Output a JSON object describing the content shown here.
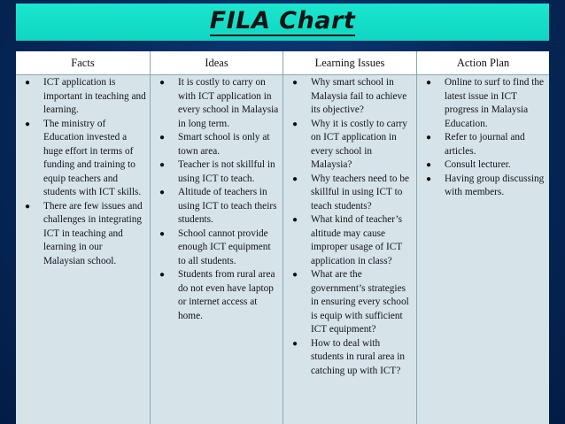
{
  "title": "FILA Chart",
  "columns": [
    {
      "header": "Facts",
      "items": [
        "ICT application is important in teaching and learning.",
        "The ministry of Education invested a huge effort in terms of funding and training to equip teachers and students with ICT skills.",
        "There are few issues and challenges in integrating ICT in teaching and learning in our Malaysian school."
      ]
    },
    {
      "header": "Ideas",
      "items": [
        "It is costly to  carry on with ICT application in every school in Malaysia in long term.",
        "Smart school  is only at town area.",
        "Teacher is not skillful in using ICT to teach.",
        "Altitude of teachers in using ICT to teach theirs students.",
        "School cannot provide enough ICT equipment to all students.",
        "Students from rural area do not even have laptop or internet access at home."
      ]
    },
    {
      "header": "Learning Issues",
      "items": [
        "Why smart school in Malaysia fail to achieve its objective?",
        "Why it is costly to carry on ICT application in every school in Malaysia?",
        "Why teachers need to be skillful in using ICT to teach students?",
        "What kind of teacher’s altitude may cause improper usage of ICT application in class?",
        "What are the government’s strategies in ensuring every school is equip with sufficient ICT equipment?",
        "How to deal with students in rural area in catching up with ICT?"
      ]
    },
    {
      "header": "Action Plan",
      "items": [
        "Online to surf to find the latest issue in ICT progress in Malaysia Education.",
        "Refer to journal and articles.",
        "Consult lecturer.",
        "Having group discussing with members."
      ]
    }
  ]
}
